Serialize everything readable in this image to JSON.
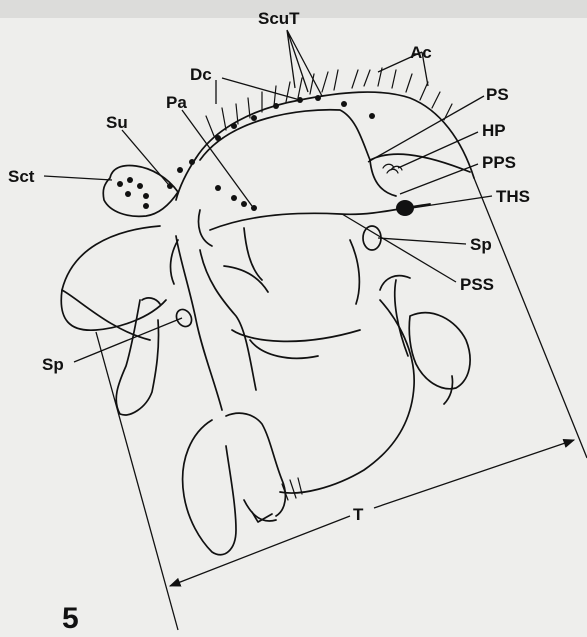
{
  "figure": {
    "number": "5",
    "labels": {
      "scut": "ScuT",
      "ac": "Ac",
      "dc": "Dc",
      "pa": "Pa",
      "su": "Su",
      "sct": "Sct",
      "ps": "PS",
      "hp": "HP",
      "pps": "PPS",
      "ths": "THS",
      "sp_right": "Sp",
      "pss": "PSS",
      "sp_left": "Sp",
      "t": "T"
    }
  }
}
